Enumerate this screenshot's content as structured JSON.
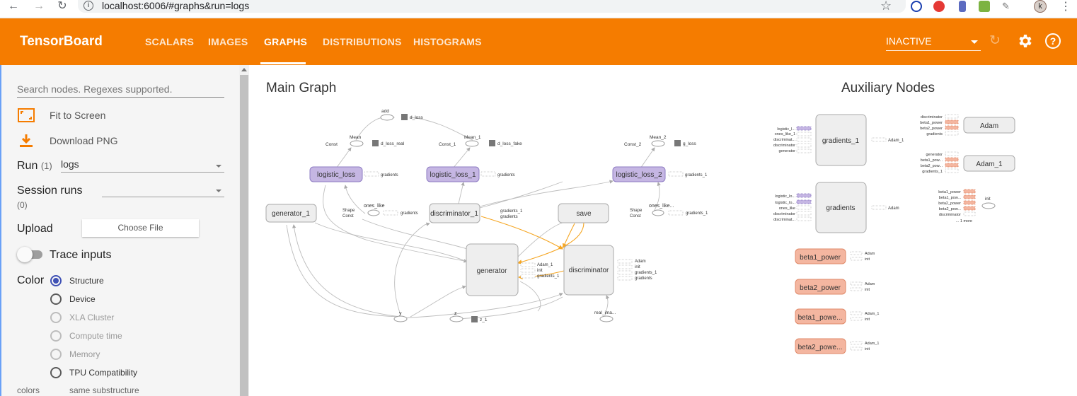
{
  "browser": {
    "url": "localhost:6006/#graphs&run=logs",
    "avatar_letter": "k"
  },
  "header": {
    "brand": "TensorBoard",
    "tabs": [
      {
        "label": "SCALARS"
      },
      {
        "label": "IMAGES"
      },
      {
        "label": "GRAPHS"
      },
      {
        "label": "DISTRIBUTIONS"
      },
      {
        "label": "HISTOGRAMS"
      }
    ],
    "active_tab": "GRAPHS",
    "run_status": "INACTIVE",
    "accent_color": "#f57c00"
  },
  "sidebar": {
    "search_placeholder": "Search nodes. Regexes supported.",
    "fit_label": "Fit to Screen",
    "download_label": "Download PNG",
    "run_label": "Run",
    "run_count": "(1)",
    "run_value": "logs",
    "session_label": "Session runs",
    "session_count": "(0)",
    "upload_label": "Upload",
    "choose_file": "Choose File",
    "trace_label": "Trace inputs",
    "color_label": "Color",
    "color_options": [
      {
        "label": "Structure",
        "state": "selected"
      },
      {
        "label": "Device",
        "state": "enabled"
      },
      {
        "label": "XLA Cluster",
        "state": "disabled"
      },
      {
        "label": "Compute time",
        "state": "disabled"
      },
      {
        "label": "Memory",
        "state": "disabled"
      },
      {
        "label": "TPU Compatibility",
        "state": "enabled"
      }
    ],
    "colors_label": "colors",
    "colors_note": "same substructure"
  },
  "main_graph": {
    "title": "Main Graph",
    "nodes": {
      "add": "add",
      "d_loss": "d_loss",
      "mean": "Mean",
      "d_loss_real": "d_loss_real",
      "mean_1": "Mean_1",
      "d_loss_fake": "d_loss_fake",
      "mean_2": "Mean_2",
      "g_loss": "g_loss",
      "const": "Const",
      "const_1": "Const_1",
      "const_2": "Const_2",
      "logistic_loss": "logistic_loss",
      "logistic_loss_1": "logistic_loss_1",
      "logistic_loss_2": "logistic_loss_2",
      "gradients": "gradients",
      "gradients_1": "gradients_1",
      "generator_1": "generator_1",
      "discriminator_1": "discriminator_1",
      "save": "save",
      "generator": "generator",
      "discriminator": "discriminator",
      "ones_like": "ones_like",
      "ones_like_trunc": "ones_like...",
      "shape": "Shape",
      "adam": "Adam",
      "adam_1": "Adam_1",
      "init": "init",
      "y": "y",
      "z": "z",
      "z_1": "z_1",
      "real_ima": "real_ima..."
    }
  },
  "aux_nodes": {
    "title": "Auxiliary Nodes",
    "gradients_1": "gradients_1",
    "gradients": "gradients",
    "adam": "Adam",
    "adam_1": "Adam_1",
    "init": "init",
    "beta1_power": "beta1_power",
    "beta2_power": "beta2_power",
    "beta1_powe": "beta1_powe...",
    "beta2_powe": "beta2_powe...",
    "in_logistic_l": "logistic_l...",
    "in_logistic_lo": "logistic_lo...",
    "in_ones_like_1": "ones_like_1",
    "in_ones_like": "ones_like",
    "in_discriminat": "discriminat...",
    "in_discriminator": "discriminator",
    "in_generator": "generator",
    "in_beta1_power": "beta1_power",
    "in_beta2_power": "beta2_power",
    "in_beta1_pow": "beta1_pow...",
    "in_beta2_pow": "beta2_pow...",
    "in_beta2_powe": "beta2_pow...",
    "in_beta1_powe": "beta1_pow...",
    "in_gradients": "gradients",
    "in_gradients_1": "gradients_1",
    "more": "... 1 more"
  }
}
